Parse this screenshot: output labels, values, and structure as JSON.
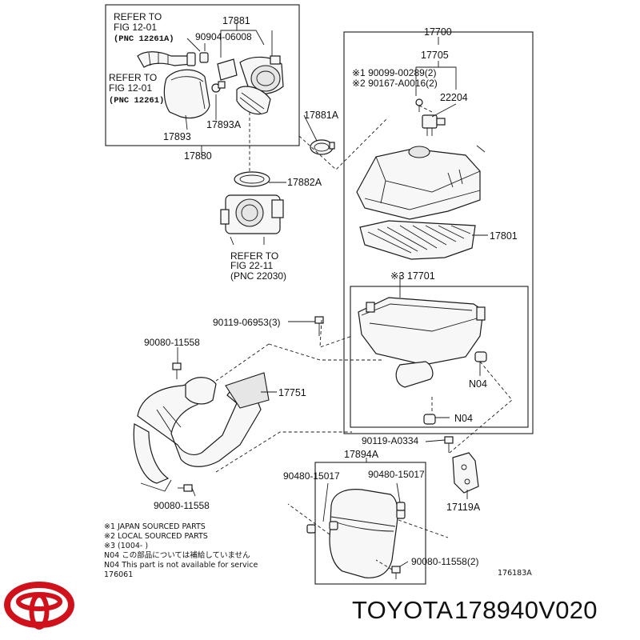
{
  "labels": {
    "refer_fig_12_01_a_line1": "REFER TO",
    "refer_fig_12_01_a_line2": "FIG 12-01",
    "refer_fig_12_01_a_line3": "(PNC 12261A)",
    "refer_fig_12_01_b_line1": "REFER TO",
    "refer_fig_12_01_b_line2": "FIG 12-01",
    "refer_fig_12_01_b_line3": "(PNC 12261)",
    "p17881": "17881",
    "p90904": "90904-06008",
    "p17893": "17893",
    "p17893A": "17893A",
    "p17880": "17880",
    "p17881A": "17881A",
    "p17882A": "17882A",
    "refer_fig_22_11_line1": "REFER TO",
    "refer_fig_22_11_line2": "FIG 22-11",
    "refer_fig_22_11_line3": "(PNC 22030)",
    "p17700": "17700",
    "p17705": "17705",
    "p90099": "※1 90099-00289(2)",
    "p90167": "※2 90167-A0016(2)",
    "p22204": "22204",
    "p17801": "17801",
    "p17701": "※3 17701",
    "p90119_06953": "90119-06953(3)",
    "p90080_11558_top": "90080-11558",
    "p17751": "17751",
    "p90080_11558_bottom": "90080-11558",
    "pN04_a": "N04",
    "pN04_b": "N04",
    "p90119_A0334": "90119-A0334",
    "p17894A": "17894A",
    "p90480_left": "90480-15017",
    "p90480_right": "90480-15017",
    "p17119A": "17119A",
    "p90080_11558_2": "90080-11558(2)",
    "figure_code": "176183A"
  },
  "notes": [
    "※1 JAPAN SOURCED PARTS",
    "※2 LOCAL SOURCED PARTS",
    "※3 (1004-       )",
    "N04  この部品については補給していません",
    "N04  This part is not available for service",
    "176061"
  ],
  "footer": {
    "brand": "TOYOTA",
    "part_number": "178940V020",
    "logo_color": "#d0111b"
  }
}
